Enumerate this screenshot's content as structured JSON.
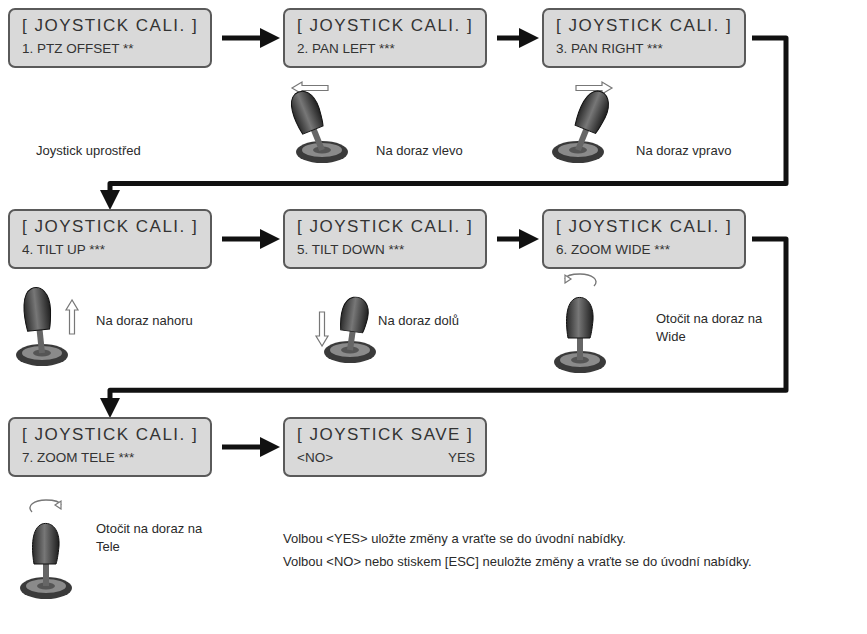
{
  "diagram": {
    "nodes": [
      {
        "text": [
          "[ JOYSTICK CALI. ]",
          "1. PTZ OFFSET **"
        ]
      },
      {
        "text": [
          "[ JOYSTICK CALI. ]",
          "2. PAN LEFT ***"
        ]
      },
      {
        "text": [
          "[ JOYSTICK CALI. ]",
          "3. PAN RIGHT ***"
        ]
      },
      {
        "text": [
          "[ JOYSTICK CALI. ]",
          "4. TILT UP ***"
        ]
      },
      {
        "text": [
          "[ JOYSTICK CALI. ]",
          "5. TILT DOWN ***"
        ]
      },
      {
        "text": [
          "[ JOYSTICK CALI. ]",
          "6. ZOOM WIDE ***"
        ]
      },
      {
        "text": [
          "[ JOYSTICK CALI. ]",
          "7. ZOOM TELE ***"
        ]
      },
      {
        "text": [
          "[ JOYSTICK SAVE ]",
          "<NO>",
          "YES"
        ]
      }
    ],
    "edges": [
      {
        "from": 0,
        "to": 1,
        "arrow": "to"
      },
      {
        "from": 1,
        "to": 2,
        "arrow": "to"
      },
      {
        "from": 2,
        "to": 3,
        "arrow": "to"
      },
      {
        "from": 3,
        "to": 4,
        "arrow": "to"
      },
      {
        "from": 4,
        "to": 5,
        "arrow": "to"
      },
      {
        "from": 5,
        "to": 6,
        "arrow": "to"
      },
      {
        "from": 6,
        "to": 7,
        "arrow": "to"
      }
    ],
    "labels": [
      "Joystick uprostřed",
      "Na doraz vlevo",
      "Na doraz vpravo",
      "Na doraz nahoru",
      "Na doraz dolů",
      "Otočit na doraz na Wide",
      "Otočit na doraz na Tele",
      "Volbou <YES> uložte změny a vraťte se do úvodní nabídky.",
      "Volbou <NO> nebo stiskem [ESC] neuložte změny a vraťte se do úvodní nabídky."
    ]
  }
}
